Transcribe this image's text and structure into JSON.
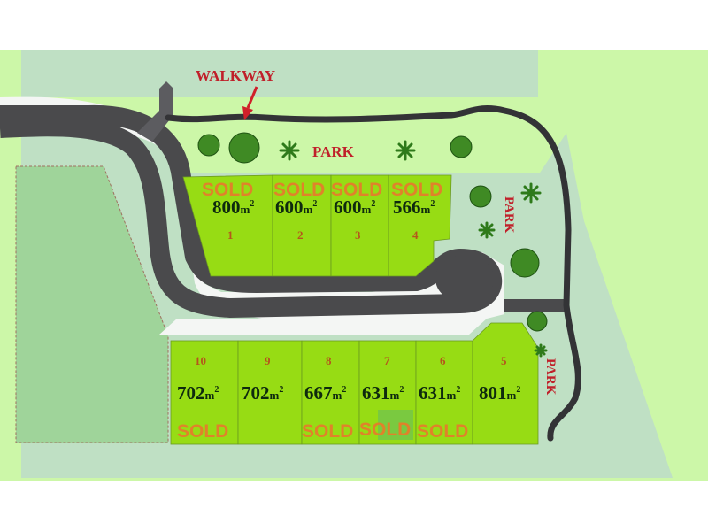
{
  "map": {
    "title": "Subdivision lot plan",
    "colors": {
      "background_outer": "#ffffff",
      "land_light": "#ccf7a8",
      "reserve": "#bfe0c4",
      "lot": "#97dc14",
      "road": "#4a4a4c",
      "footpath": "#f4f6f4",
      "sold_text": "#e0822a",
      "label_red": "#c0202a"
    },
    "labels": {
      "walkway": "WALKWAY",
      "park_top": "PARK",
      "park_right": "PARK",
      "park_bottom_right": "PARK"
    },
    "lots": [
      {
        "number": "1",
        "area": "800",
        "unit": "m",
        "sup": "2",
        "status": "SOLD"
      },
      {
        "number": "2",
        "area": "600",
        "unit": "m",
        "sup": "2",
        "status": "SOLD"
      },
      {
        "number": "3",
        "area": "600",
        "unit": "m",
        "sup": "2",
        "status": "SOLD"
      },
      {
        "number": "4",
        "area": "566",
        "unit": "m",
        "sup": "2",
        "status": "SOLD"
      },
      {
        "number": "5",
        "area": "801",
        "unit": "m",
        "sup": "2",
        "status": ""
      },
      {
        "number": "6",
        "area": "631",
        "unit": "m",
        "sup": "2",
        "status": "SOLD"
      },
      {
        "number": "7",
        "area": "631",
        "unit": "m",
        "sup": "2",
        "status": "SOLD"
      },
      {
        "number": "8",
        "area": "667",
        "unit": "m",
        "sup": "2",
        "status": "SOLD"
      },
      {
        "number": "9",
        "area": "702",
        "unit": "m",
        "sup": "2",
        "status": ""
      },
      {
        "number": "10",
        "area": "702",
        "unit": "m",
        "sup": "2",
        "status": "SOLD"
      }
    ]
  }
}
